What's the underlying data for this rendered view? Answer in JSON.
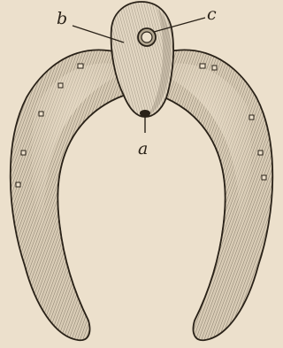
{
  "figure": {
    "labels": {
      "a": "a",
      "b": "b",
      "c": "c"
    }
  },
  "colors": {
    "paper": "#ece0cc",
    "ink": "#2a2218",
    "shoe_fill": "#d8cbb5",
    "shade": "#8f8472"
  }
}
